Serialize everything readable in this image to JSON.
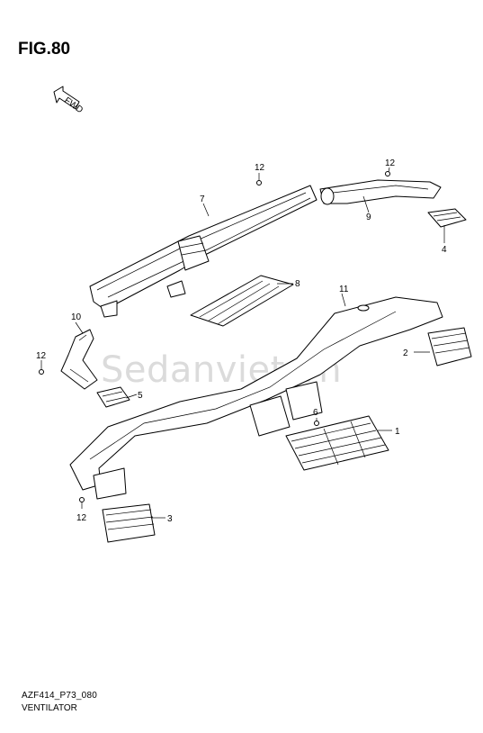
{
  "figure": {
    "title": "FIG.80"
  },
  "footer": {
    "code": "AZF414_P73_080",
    "name": "VENTILATOR"
  },
  "watermark": "Sedanviet.vn",
  "fwd_label": "FWD",
  "callouts": {
    "p1": "1",
    "p2": "2",
    "p3": "3",
    "p4": "4",
    "p5": "5",
    "p6": "6",
    "p7": "7",
    "p8": "8",
    "p9": "9",
    "p10": "10",
    "p11": "11",
    "p12a": "12",
    "p12b": "12",
    "p12c": "12",
    "p12d": "12"
  }
}
